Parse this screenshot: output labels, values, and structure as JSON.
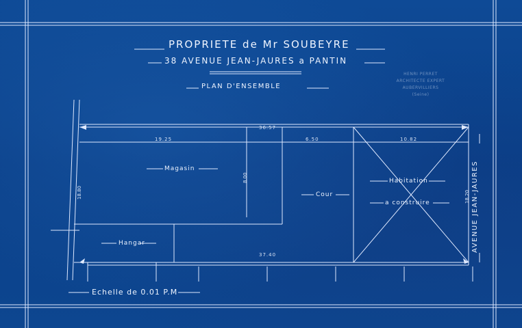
{
  "title": {
    "line1": "PROPRIETE de Mr SOUBEYRE",
    "line2": "38 AVENUE JEAN-JAURES a PANTIN",
    "line3": "PLAN D'ENSEMBLE"
  },
  "stamp": {
    "line1": "HENRI PERRET",
    "line2": "ARCHITECTE EXPERT",
    "line3": "AUBERVILLIERS",
    "line4": "(Seine)"
  },
  "rooms": {
    "magasin": "Magasin",
    "hangar": "Hangar",
    "cour": "Cour",
    "habitation": "Habitation",
    "construire": "a construire"
  },
  "dimensions": {
    "d1": "19.25",
    "d2": "36.57",
    "d3": "6.50",
    "d4": "10.82",
    "d5": "8.00",
    "d6": "18.80",
    "d7": "37.40",
    "d8": "18.20"
  },
  "street": "AVENUE JEAN-JAURES",
  "scale": "Echelle de 0.01 P.M"
}
